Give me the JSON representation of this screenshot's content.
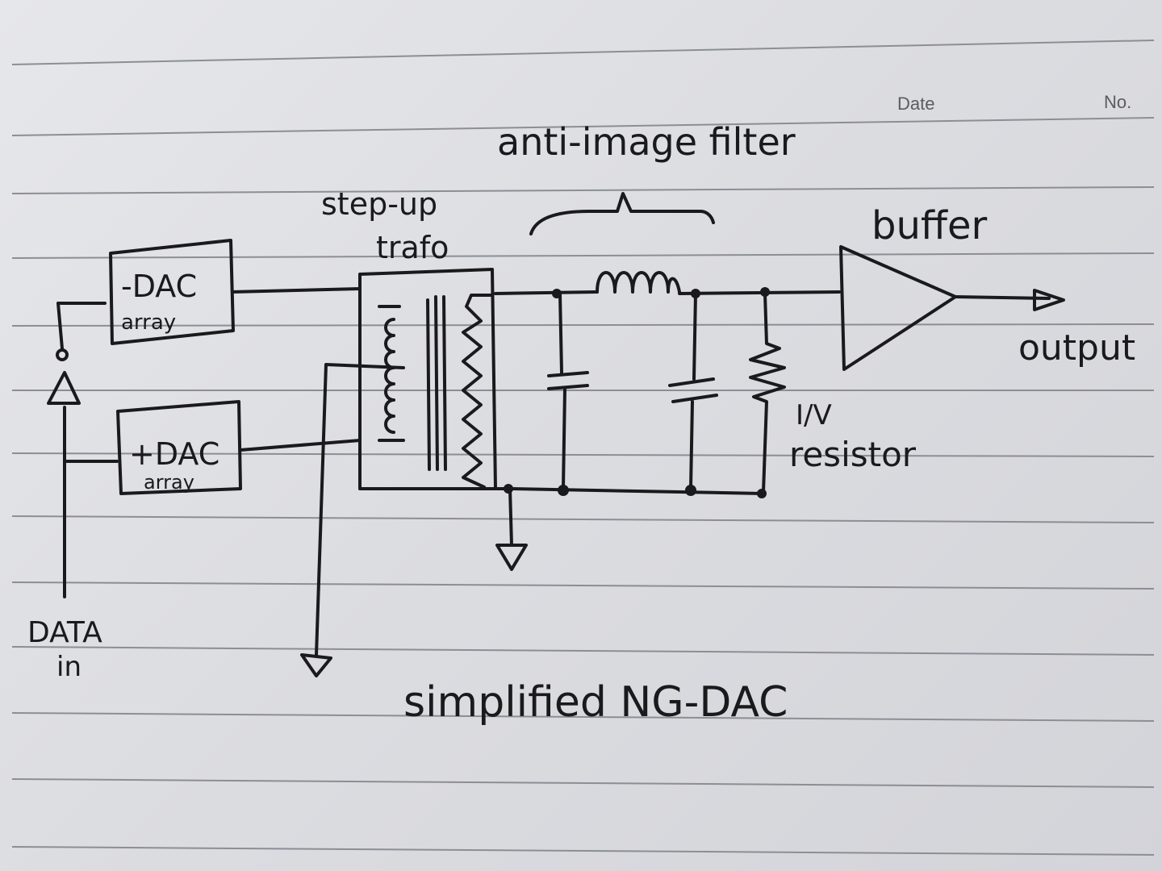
{
  "header": {
    "date_label": "Date",
    "no_label": "No."
  },
  "labels": {
    "minus_dac": "-DAC",
    "minus_dac_sub": "array",
    "plus_dac": "+DAC",
    "plus_dac_sub": "array",
    "data_in_1": "DATA",
    "data_in_2": "in",
    "trafo_1": "step-up",
    "trafo_2": "trafo",
    "filter": "anti-image filter",
    "buffer": "buffer",
    "output": "output",
    "resistor_1": "I/V",
    "resistor_2": "resistor",
    "caption": "simplified NG-DAC"
  },
  "colors": {
    "ink": "#1a1a1c",
    "paper": "#e2e3e7",
    "rule": "#8c8e96"
  }
}
